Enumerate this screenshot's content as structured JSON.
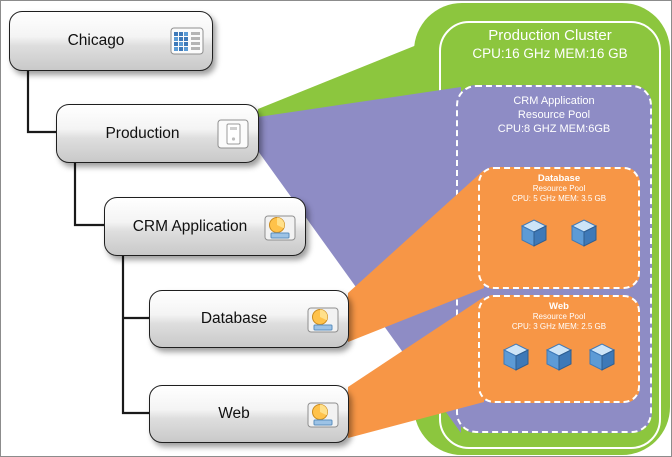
{
  "diagram": {
    "tree": {
      "nodes": [
        {
          "label": "Chicago",
          "icon": "datacenter-icon"
        },
        {
          "label": "Production",
          "icon": "host-cluster-icon"
        },
        {
          "label": "CRM Application",
          "icon": "resource-pool-icon"
        },
        {
          "label": "Database",
          "icon": "resource-pool-icon"
        },
        {
          "label": "Web",
          "icon": "resource-pool-icon"
        }
      ]
    },
    "cluster": {
      "title": "Production Cluster",
      "subtitle": "CPU:16 GHz MEM:16 GB",
      "crm_pool": {
        "name": "CRM Application",
        "type": "Resource Pool",
        "spec": "CPU:8 GHZ MEM:6GB"
      },
      "database_pool": {
        "name": "Database",
        "type": "Resource Pool",
        "spec": "CPU: 5 GHz MEM: 3.5 GB",
        "vm_count": 2
      },
      "web_pool": {
        "name": "Web",
        "type": "Resource Pool",
        "spec": "CPU: 3 GHz MEM: 2.5 GB",
        "vm_count": 3
      }
    },
    "colors": {
      "cluster_green": "#8CC63E",
      "pool_purple": "#8E8CC5",
      "pool_orange": "#F79646"
    }
  }
}
